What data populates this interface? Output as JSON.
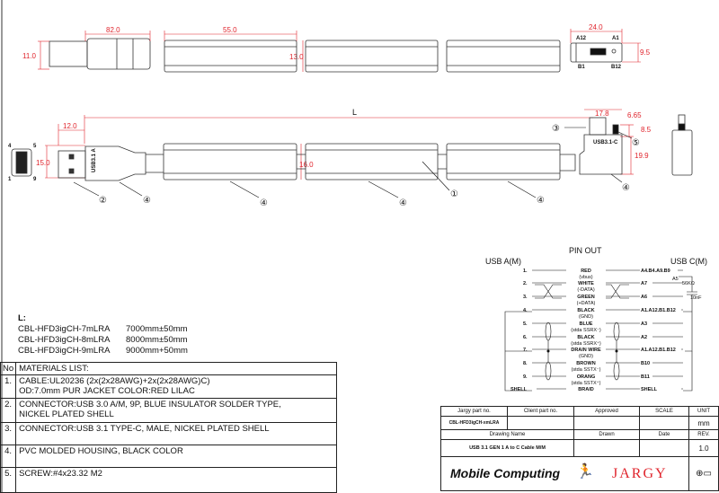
{
  "dimensions": {
    "plug_a_length": "82.0",
    "plug_a_height": "11.0",
    "segment_length": "55.0",
    "segment_height": "13.0",
    "typec_width": "24.0",
    "typec_height": "9.5",
    "overall_length": "L",
    "plug_a_tip": "12.0",
    "plug_a_face": "15.0",
    "cable_od": "16.0",
    "typec_body": "17.8",
    "typec_tip": "6.65",
    "typec_plug": "8.5",
    "typec_body_height": "19.9"
  },
  "pin_labels": {
    "a12": "A12",
    "a1": "A1",
    "b1": "B1",
    "b12": "B12",
    "p4": "4",
    "p5": "5",
    "p1": "1",
    "p9": "9"
  },
  "part_marks": {
    "usb_a": "USB3.1 A",
    "usb_c": "USB3.1-C"
  },
  "balloons": [
    "②",
    "④",
    "④",
    "④",
    "①",
    "④",
    "③",
    "⑤",
    "④"
  ],
  "lengths": {
    "title": "L:",
    "rows": [
      {
        "part": "CBL-HFD3igCH-7mLRA",
        "length": "7000mm±50mm"
      },
      {
        "part": "CBL-HFD3igCH-8mLRA",
        "length": "8000mm±50mm"
      },
      {
        "part": "CBL-HFD3igCH-9mLRA",
        "length": "9000mm+50mm"
      }
    ]
  },
  "materials": {
    "no_header": "No",
    "title": "MATERIALS LIST:",
    "items": [
      {
        "no": "1.",
        "line1": "CABLE:UL20236 (2x(2x28AWG)+2x(2x28AWG)C)",
        "line2": "OD:7.0mm  PUR JACKET COLOR:RED LILAC"
      },
      {
        "no": "2.",
        "line1": "CONNECTOR:USB 3.0 A/M, 9P, BLUE INSULATOR SOLDER TYPE,",
        "line2": "NICKEL PLATED SHELL"
      },
      {
        "no": "3.",
        "line1": "CONNECTOR:USB 3.1 TYPE-C, MALE, NICKEL PLATED SHELL",
        "line2": ""
      },
      {
        "no": "4.",
        "line1": "PVC MOLDED HOUSING, BLACK COLOR",
        "line2": ""
      },
      {
        "no": "5.",
        "line1": "SCREW:#4x23.32 M2",
        "line2": ""
      }
    ]
  },
  "pinout": {
    "title": "PIN OUT",
    "left_header": "USB A(M)",
    "right_header": "USB C(M)",
    "rows": [
      {
        "left": "1.",
        "wire": "RED",
        "sub": "(vbus)",
        "right": "A4.B4.A9.B9"
      },
      {
        "left": "2.",
        "wire": "WHITE",
        "sub": "(-DATA)",
        "right": "A7"
      },
      {
        "left": "3.",
        "wire": "GREEN",
        "sub": "(+DATA)",
        "right": "A6"
      },
      {
        "left": "4.",
        "wire": "BLACK",
        "sub": "(GND)",
        "right": "A1.A12.B1.B12"
      },
      {
        "left": "5.",
        "wire": "BLUE",
        "sub": "(stda SSRX⁻)",
        "right": "A3"
      },
      {
        "left": "6.",
        "wire": "BLACK",
        "sub": "(stda SSRX⁺)",
        "right": "A2"
      },
      {
        "left": "7.",
        "wire": "DRAIN WIRE",
        "sub": "(GND)",
        "right": "A1.A12.B1.B12"
      },
      {
        "left": "8.",
        "wire": "BROWN",
        "sub": "(stda SSTX⁻)",
        "right": "B10"
      },
      {
        "left": "9.",
        "wire": "ORANG",
        "sub": "(stda SSTX⁺)",
        "right": "B11"
      },
      {
        "left": "SHELL",
        "wire": "BRAID",
        "sub": "",
        "right": "SHELL"
      }
    ],
    "a5_label": "A5",
    "resistor": "56KΩ",
    "capacitor": "10nF"
  },
  "title_block": {
    "headers": [
      "Jargy part no.",
      "Client part no.",
      "Approved",
      "SCALE",
      "UNIT"
    ],
    "part_no": "CBL-HFD3igCH-xmLRA",
    "unit": "mm",
    "headers2": [
      "Drawing Name",
      "Drawn",
      "Date",
      "REV."
    ],
    "drawing_name": "USB 3.1 GEN 1 A to C Cable M/M",
    "rev": "1.0",
    "logo_mobile": "Mobile Computing",
    "logo_jargy": "JARGY"
  },
  "colors": {
    "dimension": "#e0242c",
    "line": "#111111"
  }
}
